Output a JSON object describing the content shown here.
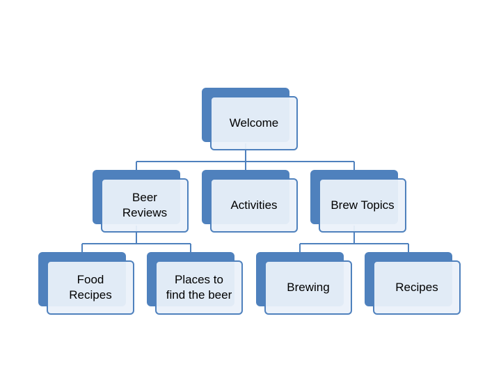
{
  "diagram": {
    "colors": {
      "box_fill": "#4f81bd",
      "overlay_fill": "#ebf1fa",
      "border": "#4f81bd",
      "connector": "#4f81bd"
    },
    "nodes": {
      "welcome": {
        "label": "Welcome"
      },
      "beer_reviews": {
        "label": "Beer\nReviews"
      },
      "activities": {
        "label": "Activities"
      },
      "brew_topics": {
        "label": "Brew Topics"
      },
      "food_recipes": {
        "label": "Food\nRecipes"
      },
      "places": {
        "label": "Places to\nfind the beer"
      },
      "brewing": {
        "label": "Brewing"
      },
      "recipes": {
        "label": "Recipes"
      }
    },
    "edges": [
      [
        "welcome",
        "beer_reviews"
      ],
      [
        "welcome",
        "activities"
      ],
      [
        "welcome",
        "brew_topics"
      ],
      [
        "beer_reviews",
        "food_recipes"
      ],
      [
        "beer_reviews",
        "places"
      ],
      [
        "brew_topics",
        "brewing"
      ],
      [
        "brew_topics",
        "recipes"
      ]
    ]
  }
}
